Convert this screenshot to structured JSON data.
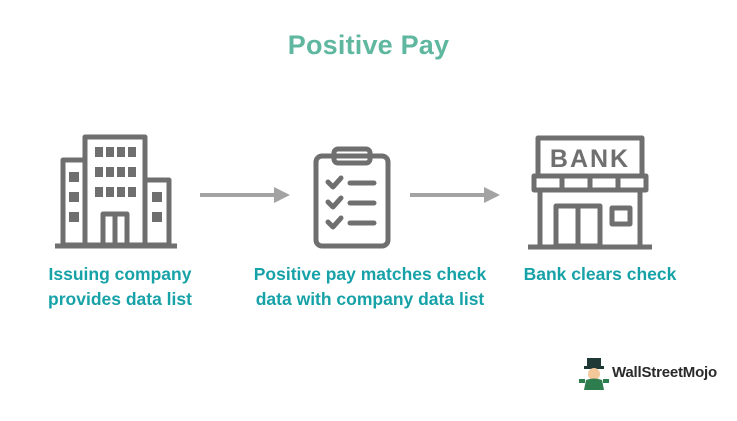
{
  "title": "Positive Pay",
  "steps": [
    {
      "icon": "building-icon",
      "lines": [
        "Issuing company",
        "provides data list"
      ]
    },
    {
      "icon": "checklist-clipboard-icon",
      "lines": [
        "Positive pay matches check",
        "data with company data list"
      ]
    },
    {
      "icon": "bank-icon",
      "lines": [
        "Bank clears check"
      ]
    }
  ],
  "bank_sign": "BANK",
  "brand": "WallStreetMojo",
  "colors": {
    "title": "#5fb7a0",
    "caption": "#17a2a8",
    "icon": "#6f6f6f",
    "arrow": "#a3a3a3"
  }
}
